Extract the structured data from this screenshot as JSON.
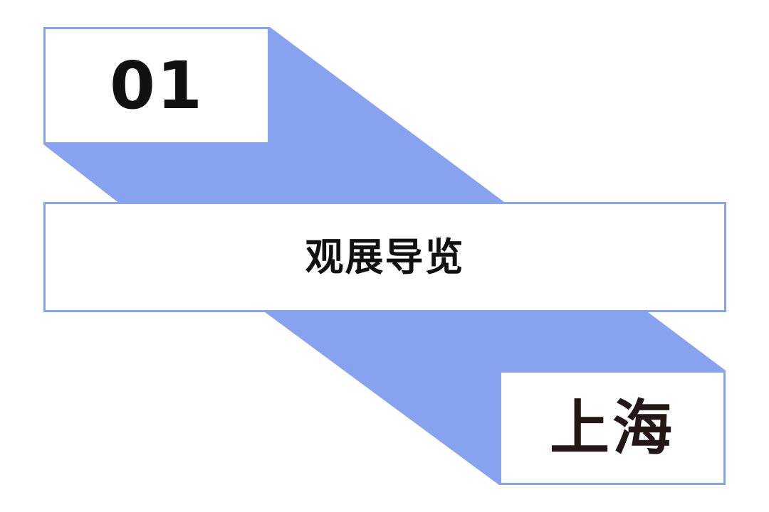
{
  "card": {
    "number": "01",
    "title": "观展导览",
    "city": "上海"
  },
  "colors": {
    "ribbon": "#87a3ef",
    "border": "#87a3ef",
    "text": "#111111",
    "background": "#ffffff"
  }
}
